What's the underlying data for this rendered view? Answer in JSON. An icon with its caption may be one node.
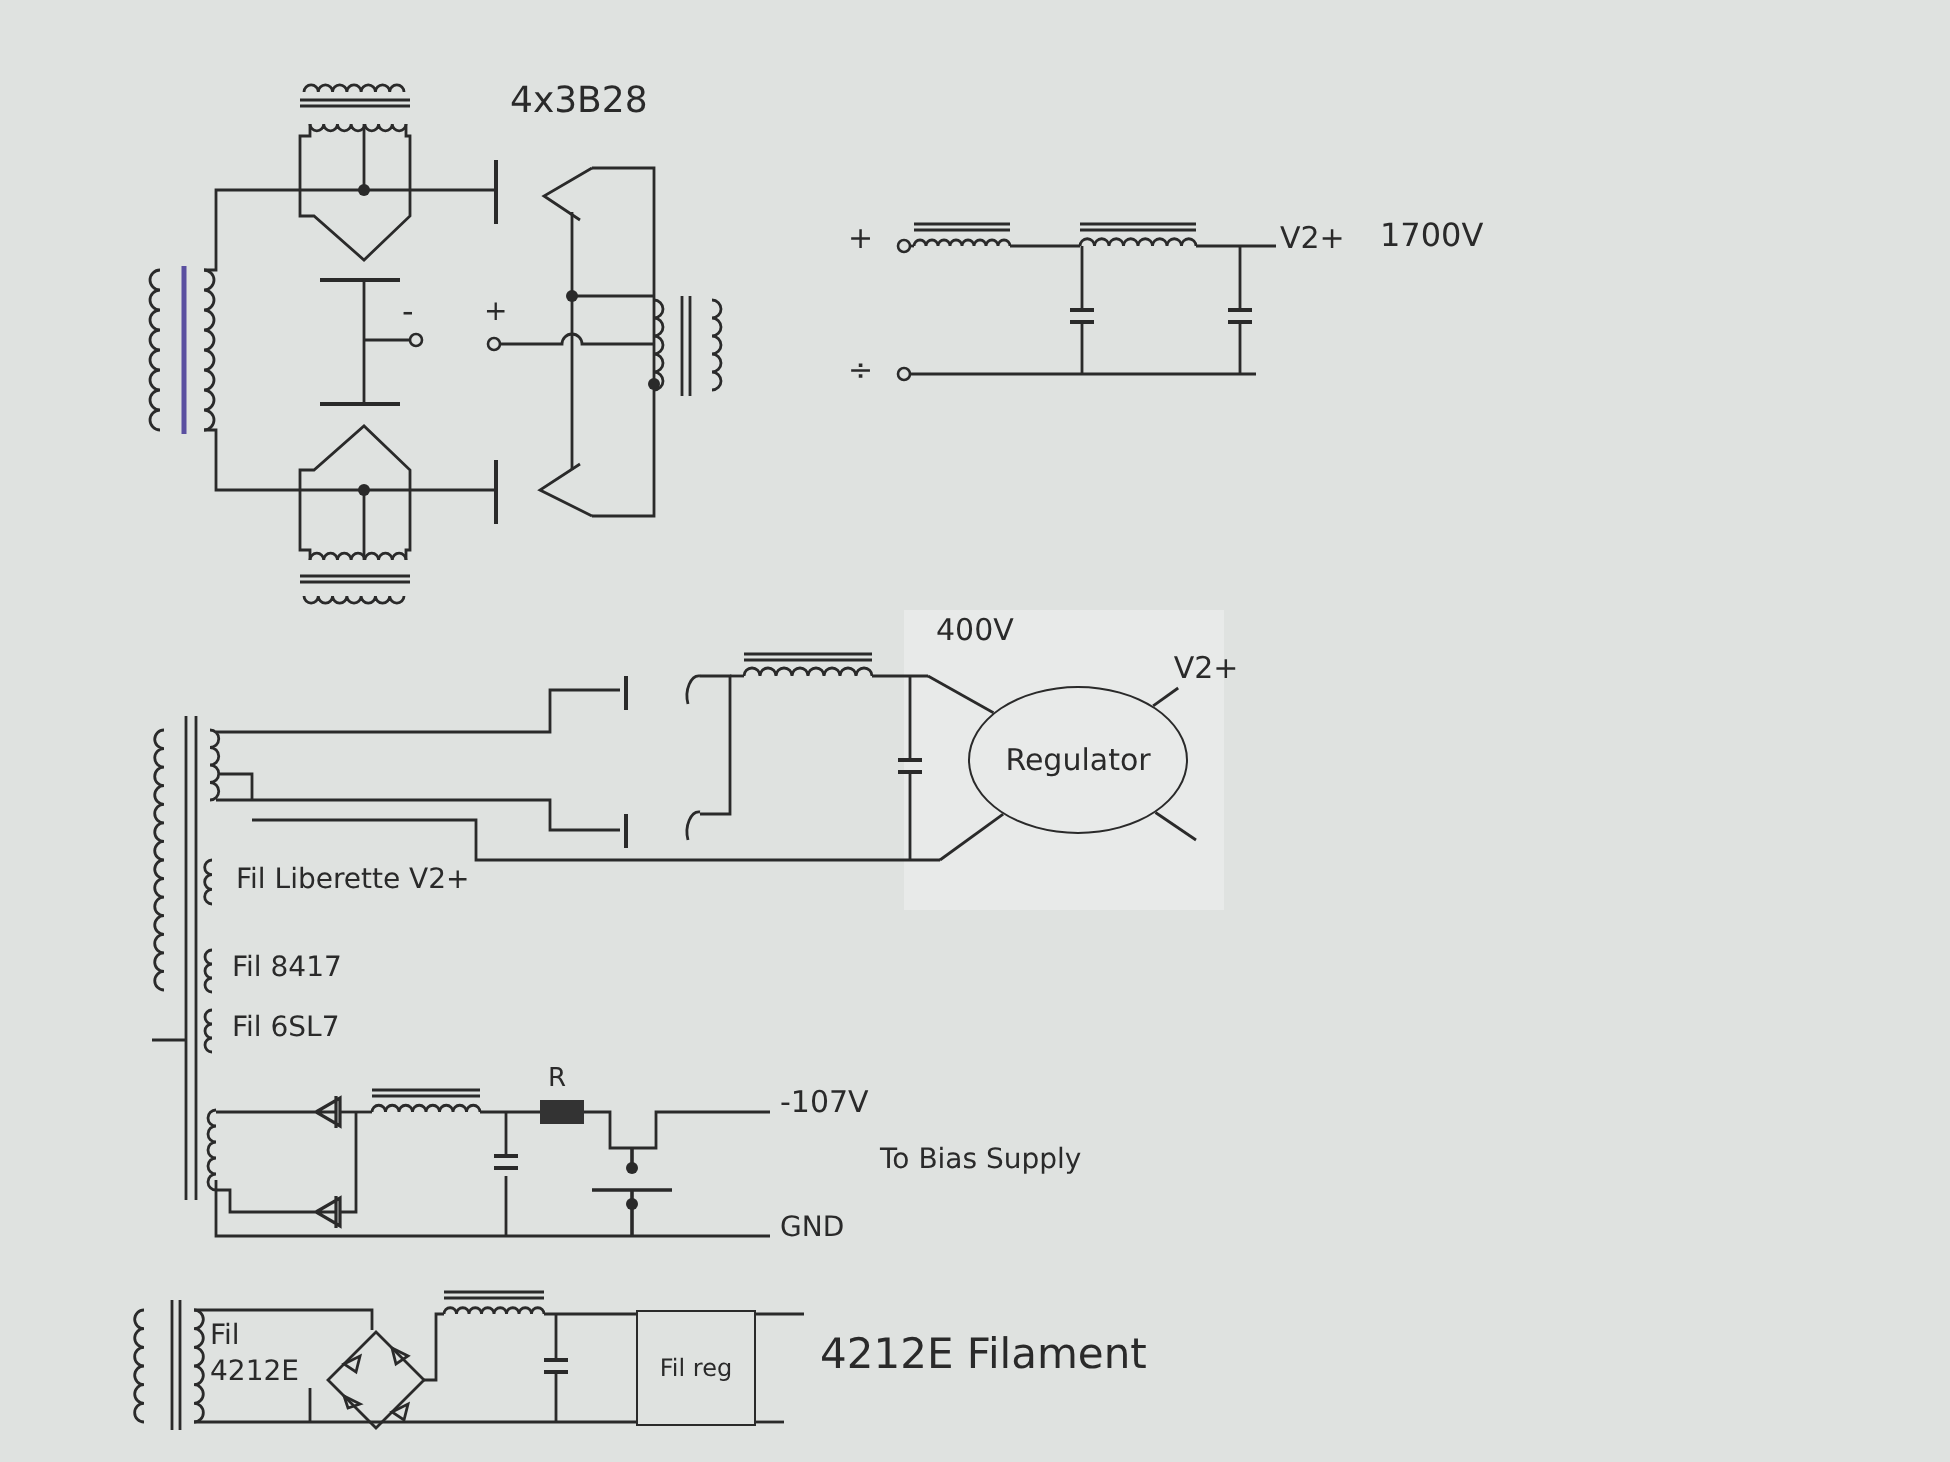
{
  "diagram": {
    "nodes": [
      {
        "text": [
          "Regulator"
        ]
      },
      {
        "text": [
          "Fil reg"
        ]
      },
      {
        "text": [
          "V2+"
        ]
      }
    ],
    "edges": [
      {
        "from": 0,
        "to": 2,
        "arrow": "none"
      },
      {
        "from": null,
        "to": 0,
        "arrow": "none"
      },
      {
        "from": null,
        "to": 0,
        "arrow": "none"
      },
      {
        "from": 0,
        "to": null,
        "arrow": "none"
      },
      {
        "from": null,
        "to": 1,
        "arrow": "none"
      },
      {
        "from": null,
        "to": 1,
        "arrow": "none"
      },
      {
        "from": 1,
        "to": null,
        "arrow": "none"
      },
      {
        "from": 1,
        "to": null,
        "arrow": "none"
      }
    ],
    "labels": [
      "4x3B28",
      "-",
      "+",
      "+",
      "÷",
      "V2+",
      "1700V",
      "400V",
      "Fil Liberette V2+",
      "Fil 8417",
      "Fil 6SL7",
      "R",
      "-107V",
      "To Bias Supply",
      "GND",
      "Fil 4212E",
      "4212E Filament"
    ]
  }
}
